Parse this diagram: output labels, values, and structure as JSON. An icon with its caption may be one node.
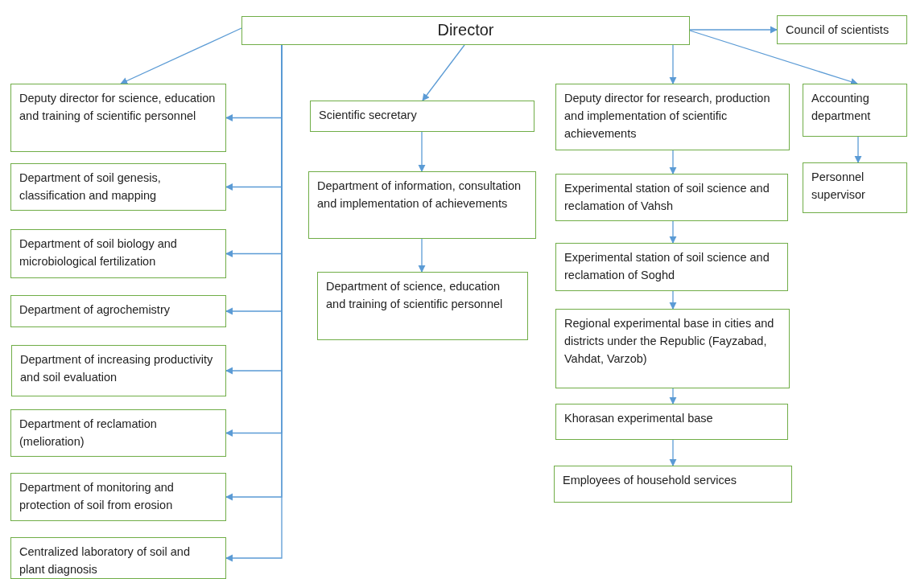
{
  "diagram": {
    "nodes": [
      {
        "text": [
          "Director"
        ]
      },
      {
        "text": [
          "Council of scientists"
        ]
      },
      {
        "text": [
          "Deputy director for science, education and training of scientific personnel"
        ]
      },
      {
        "text": [
          "Department of soil genesis, classification and mapping"
        ]
      },
      {
        "text": [
          "Department of soil biology and microbiological fertilization"
        ]
      },
      {
        "text": [
          "Department of agrochemistry"
        ]
      },
      {
        "text": [
          "Department of increasing productivity and soil evaluation"
        ]
      },
      {
        "text": [
          "Department of reclamation (melioration)"
        ]
      },
      {
        "text": [
          "Department of monitoring and protection of soil from erosion"
        ]
      },
      {
        "text": [
          "Centralized laboratory of soil and plant diagnosis"
        ]
      },
      {
        "text": [
          "Scientific secretary"
        ]
      },
      {
        "text": [
          "Department of information, consultation and implementation of achievements"
        ]
      },
      {
        "text": [
          "Department of science, education and training of scientific personnel"
        ]
      },
      {
        "text": [
          "Deputy director for research, production and implementation of scientific achievements"
        ]
      },
      {
        "text": [
          "Experimental station of soil science and reclamation of Vahsh"
        ]
      },
      {
        "text": [
          "Experimental station of soil science and reclamation of Soghd"
        ]
      },
      {
        "text": [
          "Regional experimental base in cities and districts under the Republic (Fayzabad, Vahdat, Varzob)"
        ]
      },
      {
        "text": [
          "Khorasan experimental base"
        ]
      },
      {
        "text": [
          "Employees of household services"
        ]
      },
      {
        "text": [
          "Accounting department"
        ]
      },
      {
        "text": [
          "Personnel supervisor"
        ]
      }
    ],
    "edges": [
      {
        "from": 0,
        "to": 1,
        "arrow": "to"
      },
      {
        "from": 0,
        "to": 2,
        "arrow": "to"
      },
      {
        "from": 0,
        "to": 2,
        "arrow": "to"
      },
      {
        "from": 0,
        "to": 3,
        "arrow": "to"
      },
      {
        "from": 0,
        "to": 4,
        "arrow": "to"
      },
      {
        "from": 0,
        "to": 5,
        "arrow": "to"
      },
      {
        "from": 0,
        "to": 6,
        "arrow": "to"
      },
      {
        "from": 0,
        "to": 7,
        "arrow": "to"
      },
      {
        "from": 0,
        "to": 8,
        "arrow": "to"
      },
      {
        "from": 0,
        "to": 9,
        "arrow": "to"
      },
      {
        "from": 0,
        "to": 10,
        "arrow": "to"
      },
      {
        "from": 10,
        "to": 11,
        "arrow": "to"
      },
      {
        "from": 11,
        "to": 12,
        "arrow": "to"
      },
      {
        "from": 0,
        "to": 13,
        "arrow": "to"
      },
      {
        "from": 13,
        "to": 14,
        "arrow": "to"
      },
      {
        "from": 14,
        "to": 15,
        "arrow": "to"
      },
      {
        "from": 15,
        "to": 16,
        "arrow": "to"
      },
      {
        "from": 16,
        "to": 17,
        "arrow": "to"
      },
      {
        "from": 17,
        "to": 18,
        "arrow": "to"
      },
      {
        "from": 0,
        "to": 19,
        "arrow": "to"
      },
      {
        "from": 19,
        "to": 20,
        "arrow": "to"
      }
    ]
  }
}
